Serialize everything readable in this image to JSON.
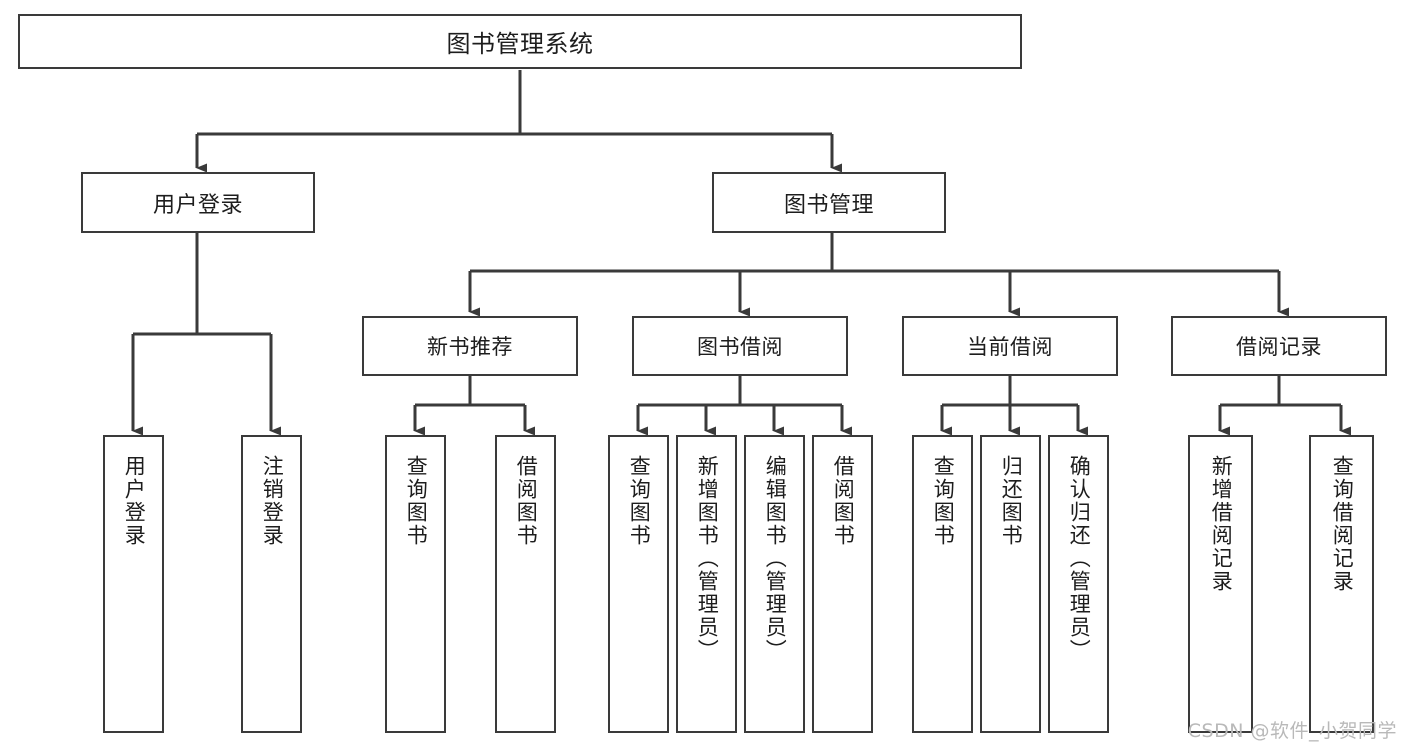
{
  "diagram": {
    "title": "图书管理系统",
    "type": "functional-structure-tree",
    "watermark": "CSDN @软件_小贺同学",
    "colors": {
      "box_border": "#3a3a3a",
      "box_fill": "#ffffff",
      "connector": "#3a3a3a",
      "text": "#1d1d1d",
      "watermark": "#b9b9b9",
      "background": "#ffffff"
    },
    "root": {
      "label": "图书管理系统"
    },
    "level2": [
      {
        "label": "用户登录"
      },
      {
        "label": "图书管理"
      }
    ],
    "level3": [
      {
        "label": "新书推荐"
      },
      {
        "label": "图书借阅"
      },
      {
        "label": "当前借阅"
      },
      {
        "label": "借阅记录"
      }
    ],
    "leaves": {
      "user_login": [
        {
          "label": "用户登录"
        },
        {
          "label": "注销登录"
        }
      ],
      "new_book_recommend": [
        {
          "label": "查询图书"
        },
        {
          "label": "借阅图书"
        }
      ],
      "book_borrow": [
        {
          "label": "查询图书"
        },
        {
          "label": "新增图书（管理员）"
        },
        {
          "label": "编辑图书（管理员）"
        },
        {
          "label": "借阅图书"
        }
      ],
      "current_borrow": [
        {
          "label": "查询图书"
        },
        {
          "label": "归还图书"
        },
        {
          "label": "确认归还（管理员）"
        }
      ],
      "borrow_record": [
        {
          "label": "新增借阅记录"
        },
        {
          "label": "查询借阅记录"
        }
      ]
    }
  }
}
